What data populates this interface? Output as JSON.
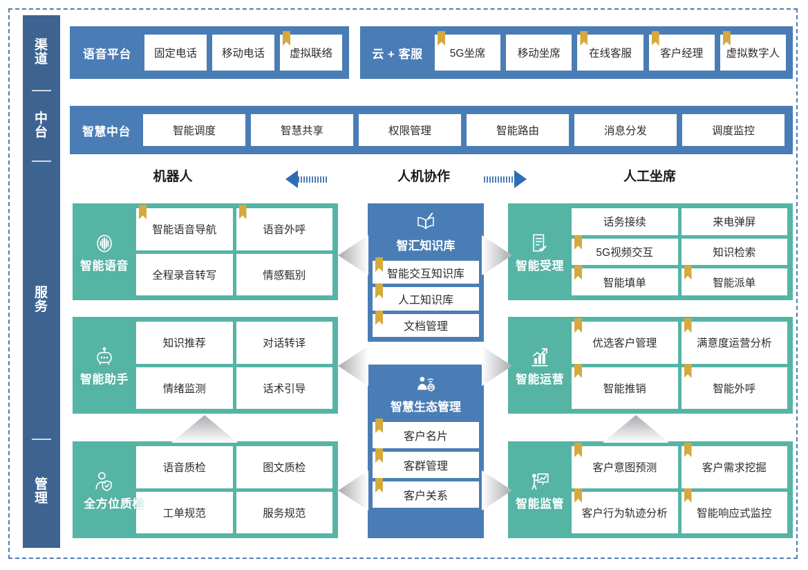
{
  "sidebar": {
    "items": [
      {
        "name": "channel",
        "label": "渠道"
      },
      {
        "name": "midplatform",
        "label": "中台"
      },
      {
        "name": "service",
        "label": "服务"
      },
      {
        "name": "management",
        "label": "管理"
      }
    ]
  },
  "channel_layer": {
    "groups": [
      {
        "title": "语音平台",
        "cards": [
          {
            "label": "固定电话",
            "flag": false
          },
          {
            "label": "移动电话",
            "flag": false
          },
          {
            "label": "虚拟联络",
            "flag": true
          }
        ]
      },
      {
        "title": "云 + 客服",
        "cards": [
          {
            "label": "5G坐席",
            "flag": true
          },
          {
            "label": "移动坐席",
            "flag": false
          },
          {
            "label": "在线客服",
            "flag": true
          },
          {
            "label": "客户经理",
            "flag": true
          },
          {
            "label": "虚拟数字人",
            "flag": true
          }
        ]
      }
    ]
  },
  "midplatform_layer": {
    "title": "智慧中台",
    "cards": [
      {
        "label": "智能调度",
        "flag": false
      },
      {
        "label": "智慧共享",
        "flag": false
      },
      {
        "label": "权限管理",
        "flag": false
      },
      {
        "label": "智能路由",
        "flag": false
      },
      {
        "label": "消息分发",
        "flag": false
      },
      {
        "label": "调度监控",
        "flag": false
      }
    ]
  },
  "column_headers": {
    "left": "机器人",
    "center": "人机协作",
    "right": "人工坐席",
    "arrow_left_label": "arrow-left",
    "arrow_right_label": "arrow-right"
  },
  "left_column": {
    "panels": [
      {
        "title": "智能语音",
        "icon": "voice-wave-icon",
        "cols": 2,
        "cards": [
          {
            "label": "智能语音导航",
            "flag": true
          },
          {
            "label": "语音外呼",
            "flag": true
          },
          {
            "label": "全程录音转写",
            "flag": false
          },
          {
            "label": "情感甄别",
            "flag": false
          }
        ]
      },
      {
        "title": "智能助手",
        "icon": "robot-icon",
        "cols": 2,
        "cards": [
          {
            "label": "知识推荐",
            "flag": false
          },
          {
            "label": "对话转译",
            "flag": false
          },
          {
            "label": "情绪监测",
            "flag": false
          },
          {
            "label": "话术引导",
            "flag": false
          }
        ]
      },
      {
        "title": "全方位质检",
        "icon": "person-shield-icon",
        "cols": 2,
        "cards": [
          {
            "label": "语音质检",
            "flag": false
          },
          {
            "label": "图文质检",
            "flag": false
          },
          {
            "label": "工单规范",
            "flag": false
          },
          {
            "label": "服务规范",
            "flag": false
          }
        ]
      }
    ]
  },
  "center_column": {
    "panels": [
      {
        "title": "智汇知识库",
        "icon": "open-book-icon",
        "cards": [
          {
            "label": "智能交互知识库",
            "flag": true
          },
          {
            "label": "人工知识库",
            "flag": true
          },
          {
            "label": "文档管理",
            "flag": true
          }
        ]
      },
      {
        "title": "智慧生态管理",
        "icon": "person-network-icon",
        "cards": [
          {
            "label": "客户名片",
            "flag": true
          },
          {
            "label": "客群管理",
            "flag": true
          },
          {
            "label": "客户关系",
            "flag": true
          }
        ]
      }
    ]
  },
  "right_column": {
    "panels": [
      {
        "title": "智能受理",
        "icon": "form-check-icon",
        "cols": 2,
        "cards": [
          {
            "label": "话务接续",
            "flag": false
          },
          {
            "label": "来电弹屏",
            "flag": false
          },
          {
            "label": "5G视频交互",
            "flag": true
          },
          {
            "label": "知识检索",
            "flag": false
          },
          {
            "label": "智能填单",
            "flag": true
          },
          {
            "label": "智能派单",
            "flag": true
          }
        ]
      },
      {
        "title": "智能运营",
        "icon": "chart-growth-icon",
        "cols": 2,
        "cards": [
          {
            "label": "优选客户管理",
            "flag": true
          },
          {
            "label": "满意度运营分析",
            "flag": true
          },
          {
            "label": "智能推销",
            "flag": true
          },
          {
            "label": "智能外呼",
            "flag": true
          }
        ]
      },
      {
        "title": "智能监管",
        "icon": "presentation-person-icon",
        "cols": 2,
        "cards": [
          {
            "label": "客户意图预测",
            "flag": true
          },
          {
            "label": "客户需求挖掘",
            "flag": true
          },
          {
            "label": "客户行为轨迹分析",
            "flag": true
          },
          {
            "label": "智能响应式监控",
            "flag": true
          }
        ]
      }
    ]
  },
  "colors": {
    "sidebar": "#3d6491",
    "blue_row": "#4a7db5",
    "teal_panel": "#56b4a5",
    "flag_gold": "#d5a93e",
    "arrow_blue": "#2e6db4",
    "frame_dash": "#4a7db5"
  }
}
